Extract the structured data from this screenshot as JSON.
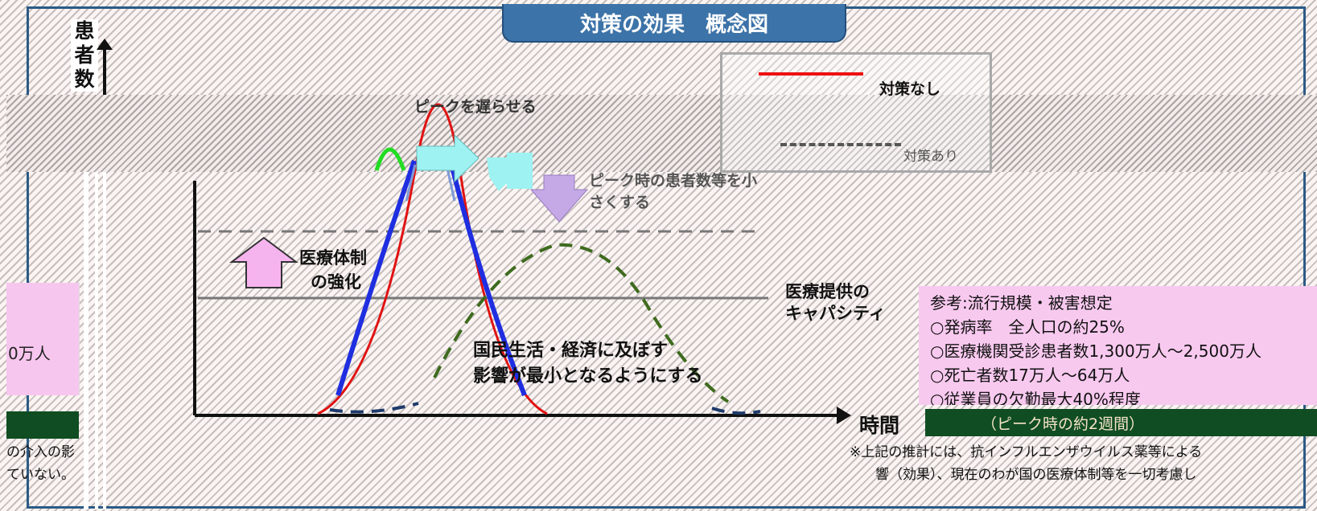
{
  "title": "対策の効果　概念図",
  "yaxis_label": "患者数",
  "xaxis_label": "時間",
  "legend": {
    "no_measures": "対策なし",
    "with_measures": "対策あり"
  },
  "annotations": {
    "peak_delay": "ピークを遅らせる",
    "peak_reduce": "ピーク時の患者数等を小さくする",
    "medical_strengthen_line1": "医療体制",
    "medical_strengthen_line2": "の強化",
    "capacity_line1": "医療提供の",
    "capacity_line2": "キャパシティ",
    "minimize_line1": "国民生活・経済に及ぼす",
    "minimize_line2": "影響が最小となるようにする"
  },
  "reference": {
    "heading": "参考:流行規模・被害想定",
    "items": [
      "○発病率　全人口の約25%",
      "○医療機関受診患者数1,300万人～2,500万人",
      "○死亡者数17万人～64万人",
      "○従業員の欠勤最大40%程度"
    ],
    "peak_note": "（ピーク時の約2週間）"
  },
  "left_fragments": {
    "value": "0万人",
    "note_line1": "の介入の影",
    "note_line2": "ていない。"
  },
  "footnote": {
    "line1": "※上記の推計には、抗インフルエンザウイルス薬等による",
    "line2": "響（効果）、現在のわが国の医療体制等を一切考慮し"
  },
  "colors": {
    "title_bg": "#3c73a8",
    "no_measures_curve": "#e11111",
    "blue_curve": "#1f2ee0",
    "with_measures_curve": "#3e6b1e",
    "pink_arrow": "#f6b4ef",
    "cyan_arrow": "#9ef2f2",
    "green_bar": "#104d22"
  }
}
